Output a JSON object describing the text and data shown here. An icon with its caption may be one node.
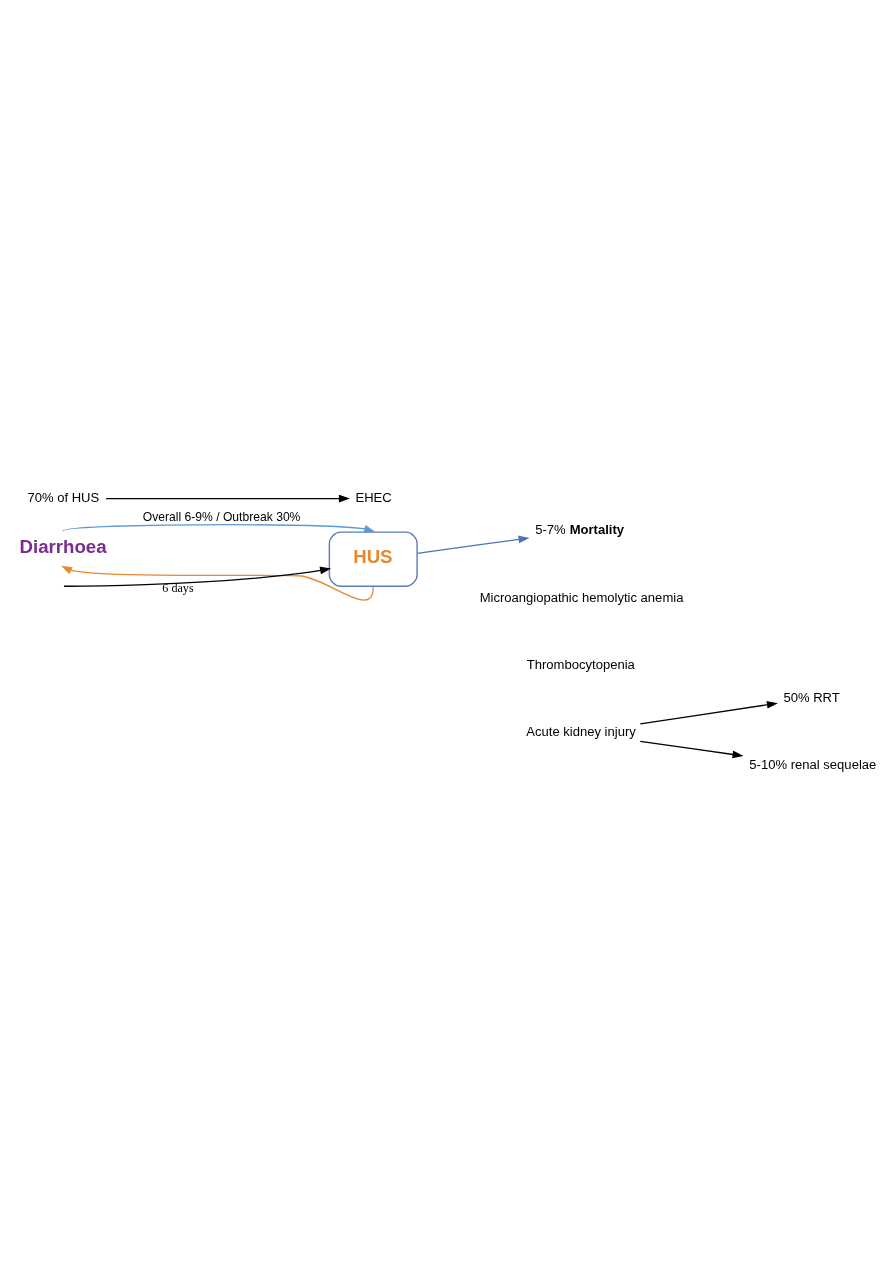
{
  "diagram": {
    "nodes": [
      {
        "text": [
          "Diarrhoea"
        ]
      },
      {
        "text": [
          "HUS"
        ]
      },
      {
        "text": [
          "5-7% **Mortality**"
        ]
      },
      {
        "text": [
          "Microangiopathic hemolytic anemia"
        ]
      },
      {
        "text": [
          "Thrombocytopenia"
        ]
      },
      {
        "text": [
          "Acute kidney injury"
        ]
      },
      {
        "text": [
          "50% RRT"
        ]
      },
      {
        "text": [
          "5-10% renal sequelae"
        ]
      },
      {
        "text": [
          "70% of HUS"
        ]
      },
      {
        "text": [
          "EHEC"
        ]
      }
    ],
    "edges": [
      {
        "from": 0,
        "to": 1,
        "arrow": "to",
        "label": "Overall 6-9% / Outbreak 30%",
        "color": "#5b9bd5"
      },
      {
        "from": null,
        "to": 1,
        "arrow": "to",
        "label": "6 days"
      },
      {
        "from": 1,
        "to": 0,
        "arrow": "to",
        "color": "#e8892f"
      },
      {
        "from": 1,
        "to": 2,
        "arrow": "to",
        "color": "#4f72b8"
      },
      {
        "from": 5,
        "to": 6,
        "arrow": "to"
      },
      {
        "from": 5,
        "to": 7,
        "arrow": "to"
      },
      {
        "from": 8,
        "to": 9,
        "arrow": "to"
      }
    ]
  }
}
